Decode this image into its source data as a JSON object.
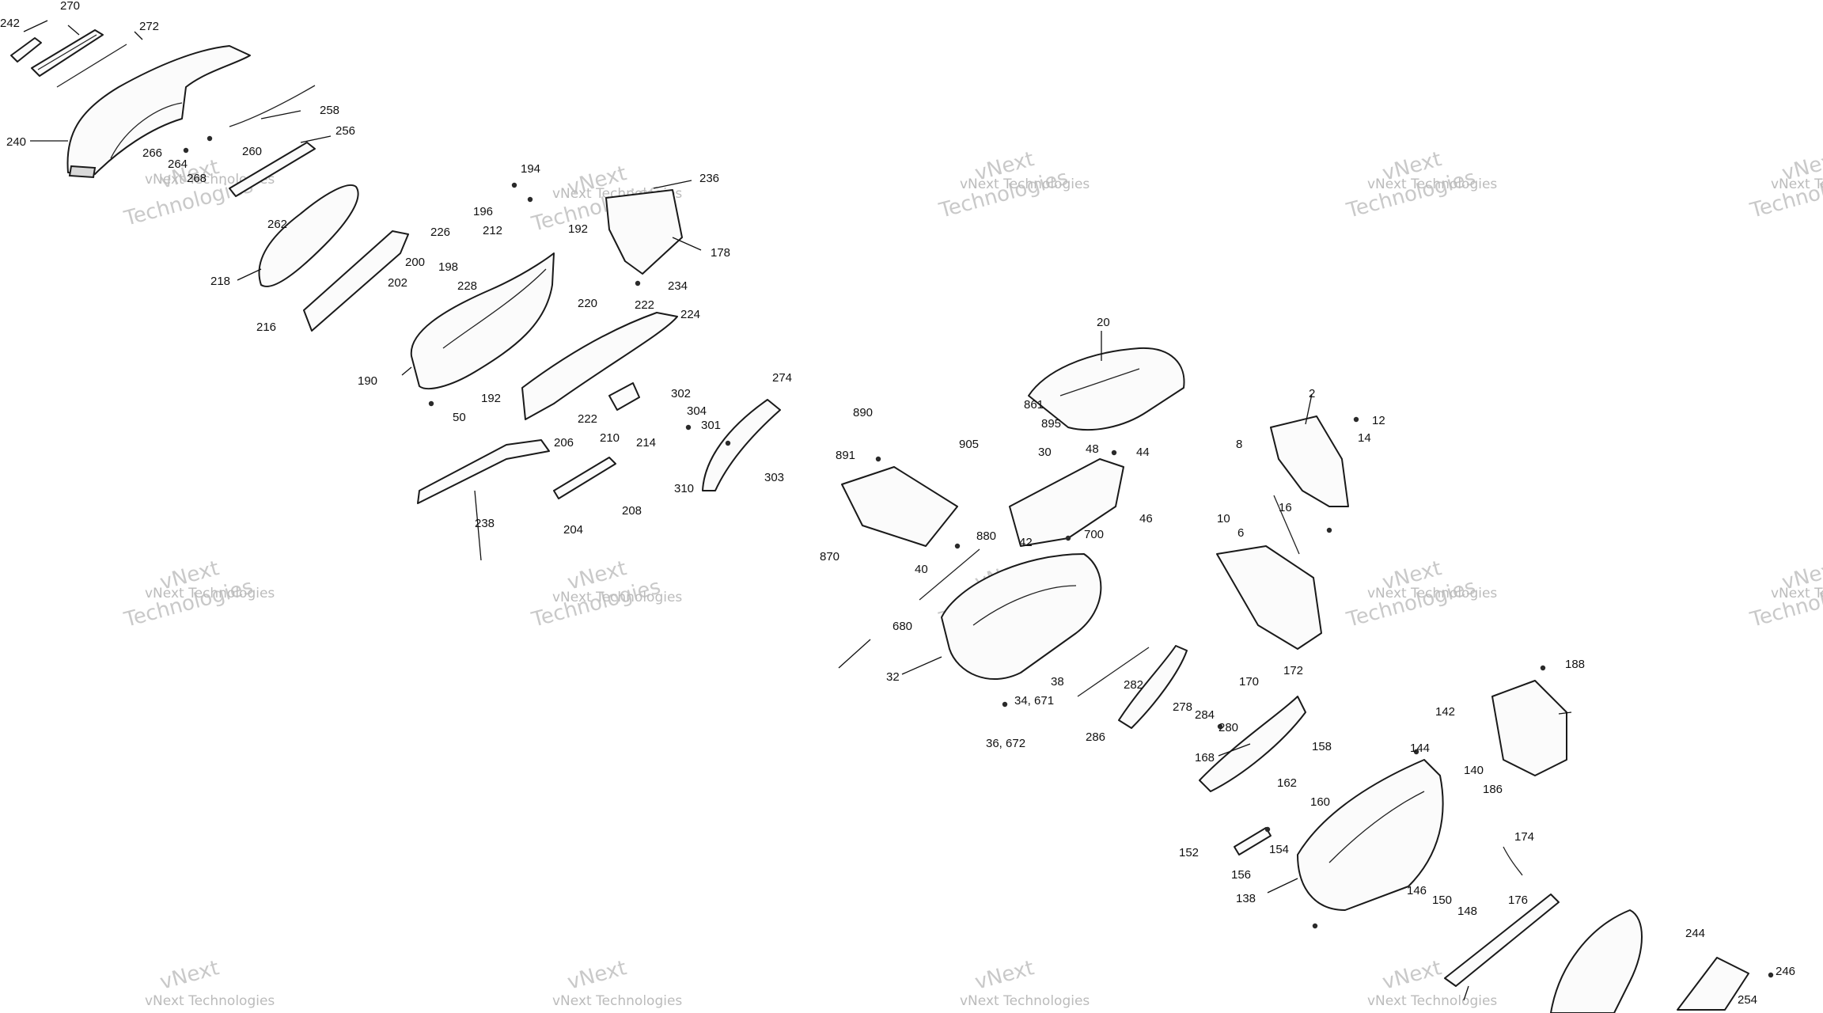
{
  "diagram": {
    "watermark_line1": "vNext",
    "watermark_line2": "Technologies",
    "watermark_small": "vNext Technologies",
    "callouts": [
      "242",
      "270",
      "272",
      "240",
      "258",
      "256",
      "266",
      "264",
      "268",
      "260",
      "262",
      "218",
      "216",
      "194",
      "196",
      "212",
      "192",
      "236",
      "178",
      "234",
      "226",
      "200",
      "198",
      "228",
      "202",
      "190",
      "50",
      "222",
      "220",
      "224",
      "192",
      "222",
      "206",
      "238",
      "204",
      "208",
      "210",
      "214",
      "302",
      "304",
      "301",
      "274",
      "303",
      "310",
      "20",
      "2",
      "12",
      "14",
      "8",
      "16",
      "10",
      "6",
      "44",
      "861",
      "895",
      "905",
      "30",
      "48",
      "46",
      "890",
      "891",
      "870",
      "880",
      "700",
      "42",
      "40",
      "680",
      "32",
      "38",
      "34, 671",
      "36, 672",
      "282",
      "286",
      "278",
      "284",
      "280",
      "170",
      "172",
      "168",
      "158",
      "162",
      "160",
      "142",
      "144",
      "140",
      "138",
      "152",
      "156",
      "154",
      "146",
      "150",
      "148",
      "174",
      "176",
      "186",
      "188",
      "244",
      "246",
      "254"
    ]
  },
  "icons": {
    "hardware": "fastener-icon"
  },
  "colors": {
    "ink": "#111111",
    "watermark": "#c9c9c9",
    "background": "#ffffff"
  }
}
